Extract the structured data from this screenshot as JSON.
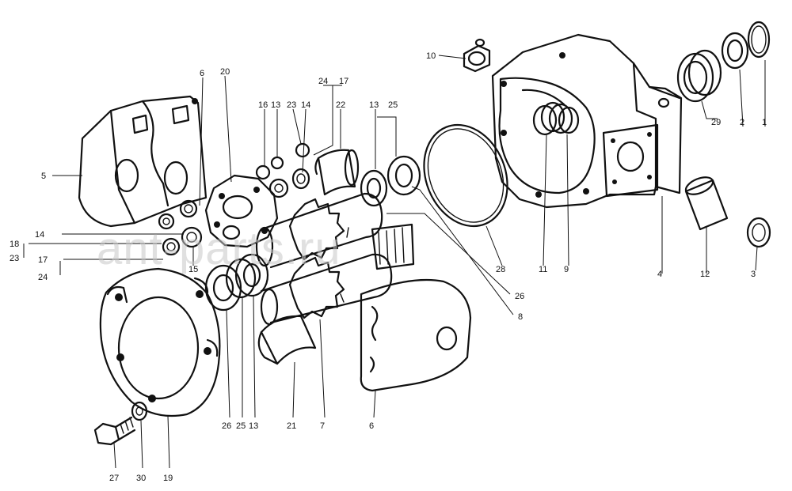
{
  "watermark": "ant-parts.ru",
  "callouts": {
    "c1": "1",
    "c2": "2",
    "c3": "3",
    "c4": "4",
    "c5": "5",
    "c6_top": "6",
    "c6_bottom": "6",
    "c7": "7",
    "c8": "8",
    "c9": "9",
    "c10": "10",
    "c11": "11",
    "c12": "12",
    "c13_a": "13",
    "c13_b": "13",
    "c13_c": "13",
    "c14_a": "14",
    "c14_b": "14",
    "c15": "15",
    "c16": "16",
    "c17_a": "17",
    "c17_b": "17",
    "c18": "18",
    "c19": "19",
    "c20": "20",
    "c21": "21",
    "c22": "22",
    "c23_a": "23",
    "c23_b": "23",
    "c24_a": "24",
    "c24_b": "24",
    "c25_a": "25",
    "c25_b": "25",
    "c26_a": "26",
    "c26_b": "26",
    "c27": "27",
    "c28": "28",
    "c29": "29",
    "c30": "30"
  }
}
